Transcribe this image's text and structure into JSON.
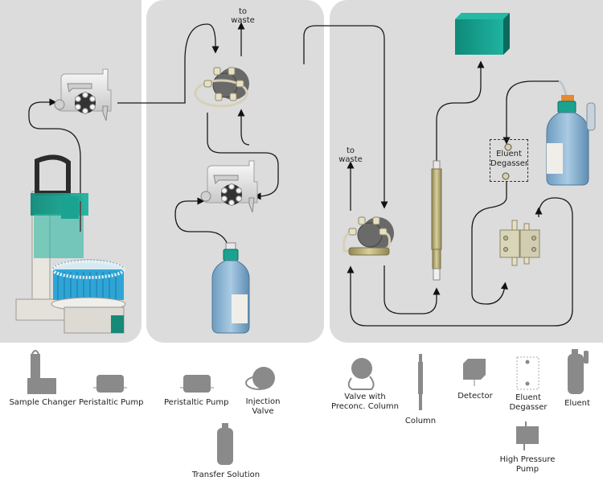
{
  "diagram": {
    "title": "Ion chromatography system with inline sample preparation",
    "waste_labels": [
      "to\nwaste",
      "to\nwaste"
    ],
    "degasser_label_line1": "Eluent",
    "degasser_label_line2": "Degasser",
    "colors": {
      "panel_bg": "#dcdcdd",
      "accent_teal": "#1a9b8a",
      "tubing": "#1a1a1a",
      "icon_gray": "#8a8a8a",
      "bottle_blue": "#8cb7d4",
      "column_gold": "#b7ad77"
    }
  },
  "legend": {
    "items": [
      {
        "label": "Sample Changer",
        "icon": "sample-changer-icon"
      },
      {
        "label": "Peristaltic Pump",
        "icon": "peristaltic-pump-icon"
      },
      {
        "label": "Peristaltic Pump",
        "icon": "peristaltic-pump-icon"
      },
      {
        "label_line1": "Injection",
        "label_line2": "Valve",
        "icon": "injection-valve-icon"
      },
      {
        "label": "Transfer Solution",
        "icon": "bottle-icon"
      },
      {
        "label_line1": "Valve with",
        "label_line2": "Preconc. Column",
        "icon": "preconc-valve-icon"
      },
      {
        "label": "Column",
        "icon": "column-icon"
      },
      {
        "label": "Detector",
        "icon": "detector-icon"
      },
      {
        "label_line1": "Eluent",
        "label_line2": "Degasser",
        "icon": "degasser-icon"
      },
      {
        "label": "Eluent",
        "icon": "eluent-bottle-icon"
      },
      {
        "label_line1": "High Pressure",
        "label_line2": "Pump",
        "icon": "high-pressure-pump-icon"
      }
    ]
  }
}
